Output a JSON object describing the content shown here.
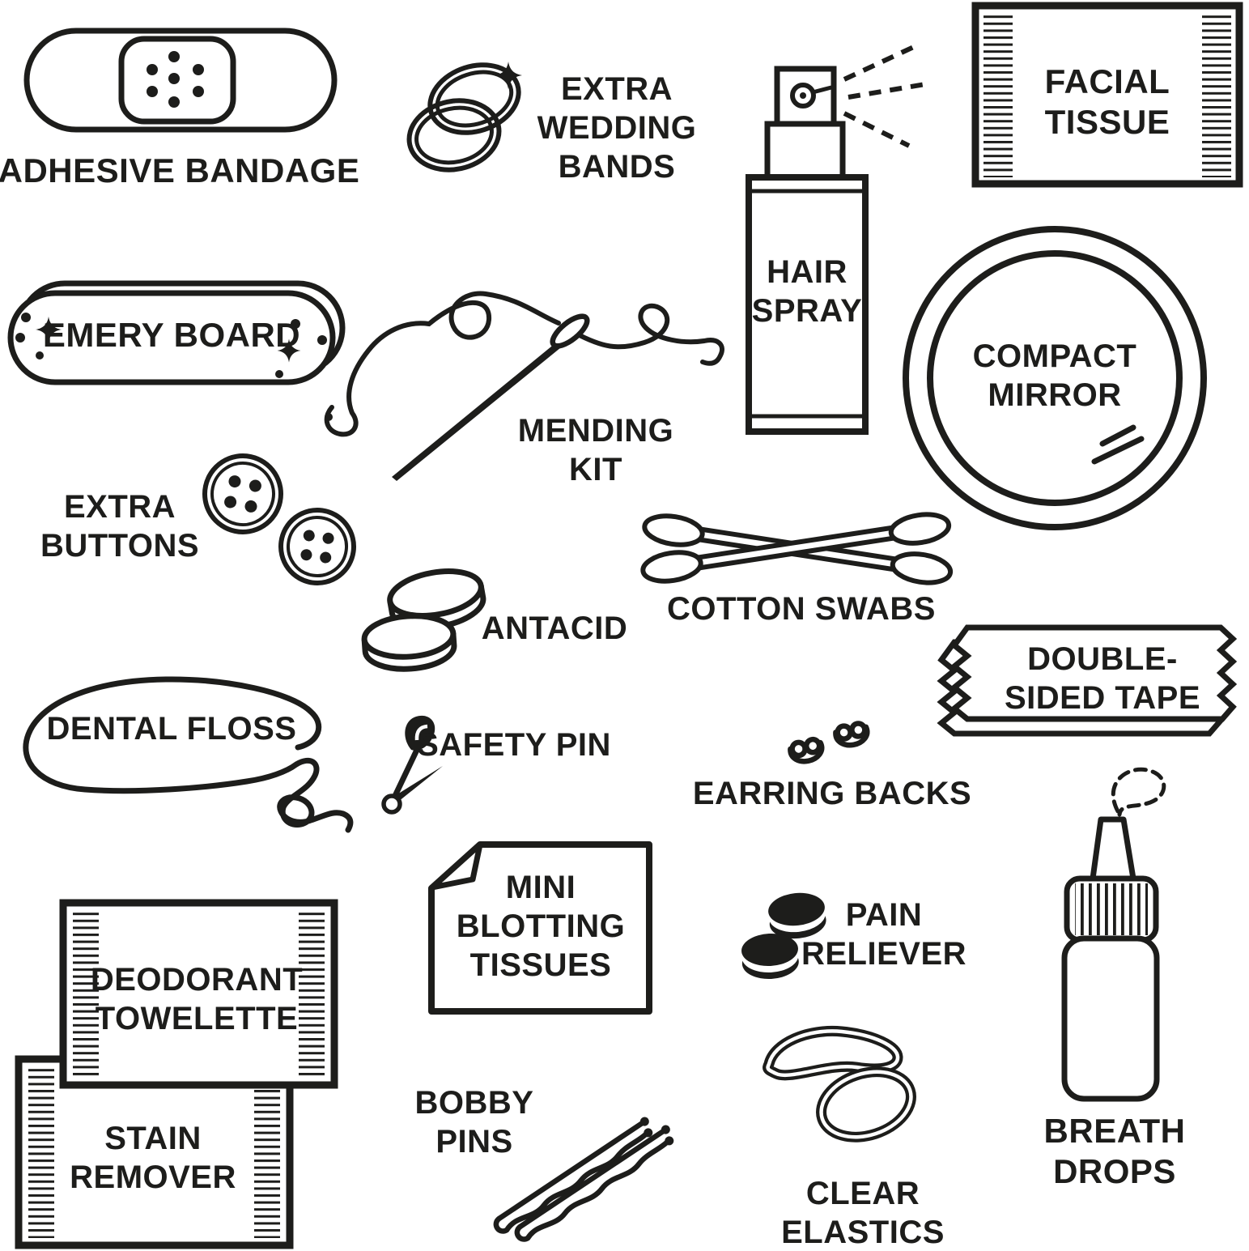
{
  "page": {
    "background": "#ffffff",
    "ink": "#1d1d1b",
    "description_visible_items_count": 21
  },
  "items": {
    "adhesive_bandage": {
      "icon": "bandage-icon",
      "label_lines": [
        "ADHESIVE BANDAGE"
      ]
    },
    "extra_wedding_bands": {
      "icon": "wedding-rings-icon",
      "label_lines": [
        "EXTRA",
        "WEDDING",
        "BANDS"
      ]
    },
    "facial_tissue": {
      "icon": "tissue-pack-icon",
      "label_lines": [
        "FACIAL",
        "TISSUE"
      ]
    },
    "hair_spray": {
      "icon": "spray-bottle-icon",
      "label_lines": [
        "HAIR",
        "SPRAY"
      ]
    },
    "emery_board": {
      "icon": "emery-board-icon",
      "label_lines": [
        "EMERY BOARD"
      ]
    },
    "mending_kit": {
      "icon": "needle-thread-icon",
      "label_lines": [
        "MENDING",
        "KIT"
      ]
    },
    "compact_mirror": {
      "icon": "round-mirror-icon",
      "label_lines": [
        "COMPACT",
        "MIRROR"
      ]
    },
    "extra_buttons": {
      "icon": "buttons-icon",
      "label_lines": [
        "EXTRA",
        "BUTTONS"
      ]
    },
    "antacid": {
      "icon": "tablets-icon",
      "label_lines": [
        "ANTACID"
      ]
    },
    "cotton_swabs": {
      "icon": "crossed-swabs-icon",
      "label_lines": [
        "COTTON SWABS"
      ]
    },
    "double_sided_tape": {
      "icon": "tape-strip-icon",
      "label_lines": [
        "DOUBLE-",
        "SIDED TAPE"
      ]
    },
    "dental_floss": {
      "icon": "floss-strand-icon",
      "label_lines": [
        "DENTAL FLOSS"
      ]
    },
    "safety_pin": {
      "icon": "safety-pin-icon",
      "label_lines": [
        "SAFETY PIN"
      ]
    },
    "earring_backs": {
      "icon": "earring-backs-icon",
      "label_lines": [
        "EARRING BACKS"
      ]
    },
    "mini_blotting_tissues": {
      "icon": "blotting-sheet-icon",
      "label_lines": [
        "MINI",
        "BLOTTING",
        "TISSUES"
      ]
    },
    "pain_reliever": {
      "icon": "dark-pills-icon",
      "label_lines": [
        "PAIN",
        "RELIEVER"
      ]
    },
    "deodorant_towelette": {
      "icon": "towelette-packet-icon",
      "label_lines": [
        "DEODORANT",
        "TOWELETTE"
      ]
    },
    "stain_remover": {
      "icon": "stain-packet-icon",
      "label_lines": [
        "STAIN",
        "REMOVER"
      ]
    },
    "bobby_pins": {
      "icon": "bobby-pins-icon",
      "label_lines": [
        "BOBBY",
        "PINS"
      ]
    },
    "clear_elastics": {
      "icon": "elastic-bands-icon",
      "label_lines": [
        "CLEAR",
        "ELASTICS"
      ]
    },
    "breath_drops": {
      "icon": "dropper-bottle-icon",
      "label_lines": [
        "BREATH",
        "DROPS"
      ]
    }
  }
}
